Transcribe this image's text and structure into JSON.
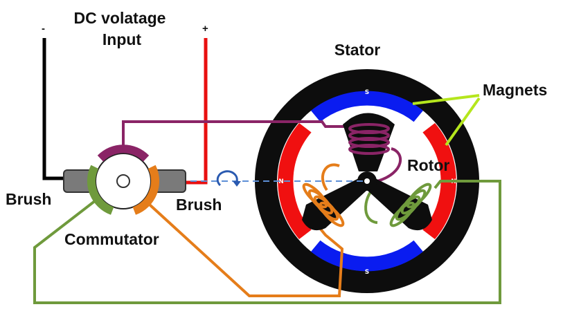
{
  "labels": {
    "dc_input_line1": "DC volatage",
    "dc_input_line2": "Input",
    "minus": "-",
    "plus": "+",
    "stator": "Stator",
    "magnets": "Magnets",
    "rotor": "Rotor",
    "brush_left": "Brush",
    "brush_right": "Brush",
    "commutator": "Commutator"
  },
  "pole_marks": {
    "top": "S",
    "bottom": "S",
    "left": "N",
    "right": "N"
  },
  "colors": {
    "stator_ring": "#0d0d0d",
    "magnet_blue": "#0a1cf0",
    "magnet_red": "#f01010",
    "wire_negative": "#000000",
    "wire_positive": "#e81010",
    "coil_purple": "#8a2466",
    "coil_orange": "#e57d1a",
    "coil_green": "#6f9a3c",
    "pointer_green": "#b5e61d",
    "axis_dash": "#5d8fd6"
  }
}
